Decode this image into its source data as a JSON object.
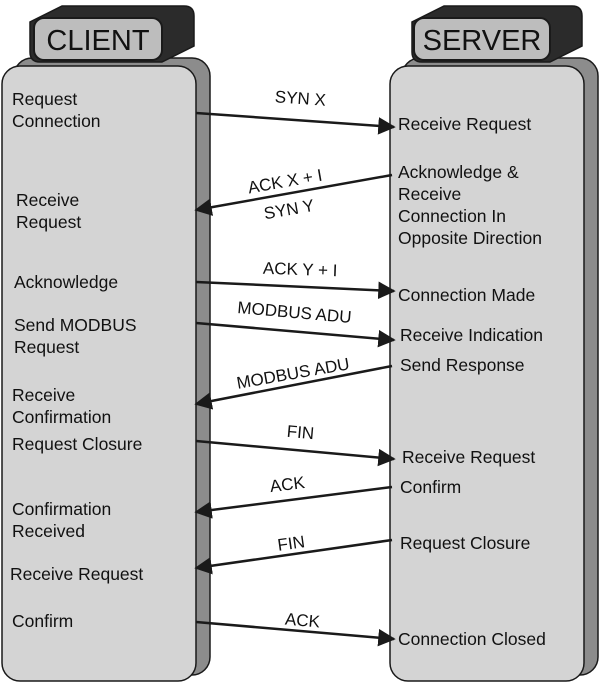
{
  "client": {
    "title": "CLIENT",
    "steps": [
      "Request\nConnection",
      "Receive\nRequest",
      "Acknowledge",
      "Send MODBUS\nRequest",
      "Receive\nConfirmation",
      "Request Closure",
      "Confirmation\nReceived",
      "Receive Request",
      "Confirm"
    ]
  },
  "server": {
    "title": "SERVER",
    "steps": [
      "Receive Request",
      "Acknowledge &\nReceive\nConnection In\nOpposite Direction",
      "Connection Made",
      "Receive Indication",
      "Send Response",
      "Receive Request",
      "Confirm",
      "Request Closure",
      "Connection Closed"
    ]
  },
  "messages": [
    {
      "label": "SYN X",
      "direction": "client-to-server"
    },
    {
      "label": "ACK X + I",
      "direction": "server-to-client"
    },
    {
      "label": "SYN Y",
      "direction": "server-to-client"
    },
    {
      "label": "ACK Y + I",
      "direction": "client-to-server"
    },
    {
      "label": "MODBUS ADU",
      "direction": "client-to-server"
    },
    {
      "label": "MODBUS ADU",
      "direction": "server-to-client"
    },
    {
      "label": "FIN",
      "direction": "client-to-server"
    },
    {
      "label": "ACK",
      "direction": "server-to-client"
    },
    {
      "label": "FIN",
      "direction": "server-to-client"
    },
    {
      "label": "ACK",
      "direction": "client-to-server"
    }
  ],
  "colors": {
    "panel": "#d4d4d4",
    "panel_shadow": "#8c8c8c",
    "title_box": "#bdbdbd",
    "title_shadow": "#2b2b2b",
    "stroke": "#1a1a1a"
  }
}
